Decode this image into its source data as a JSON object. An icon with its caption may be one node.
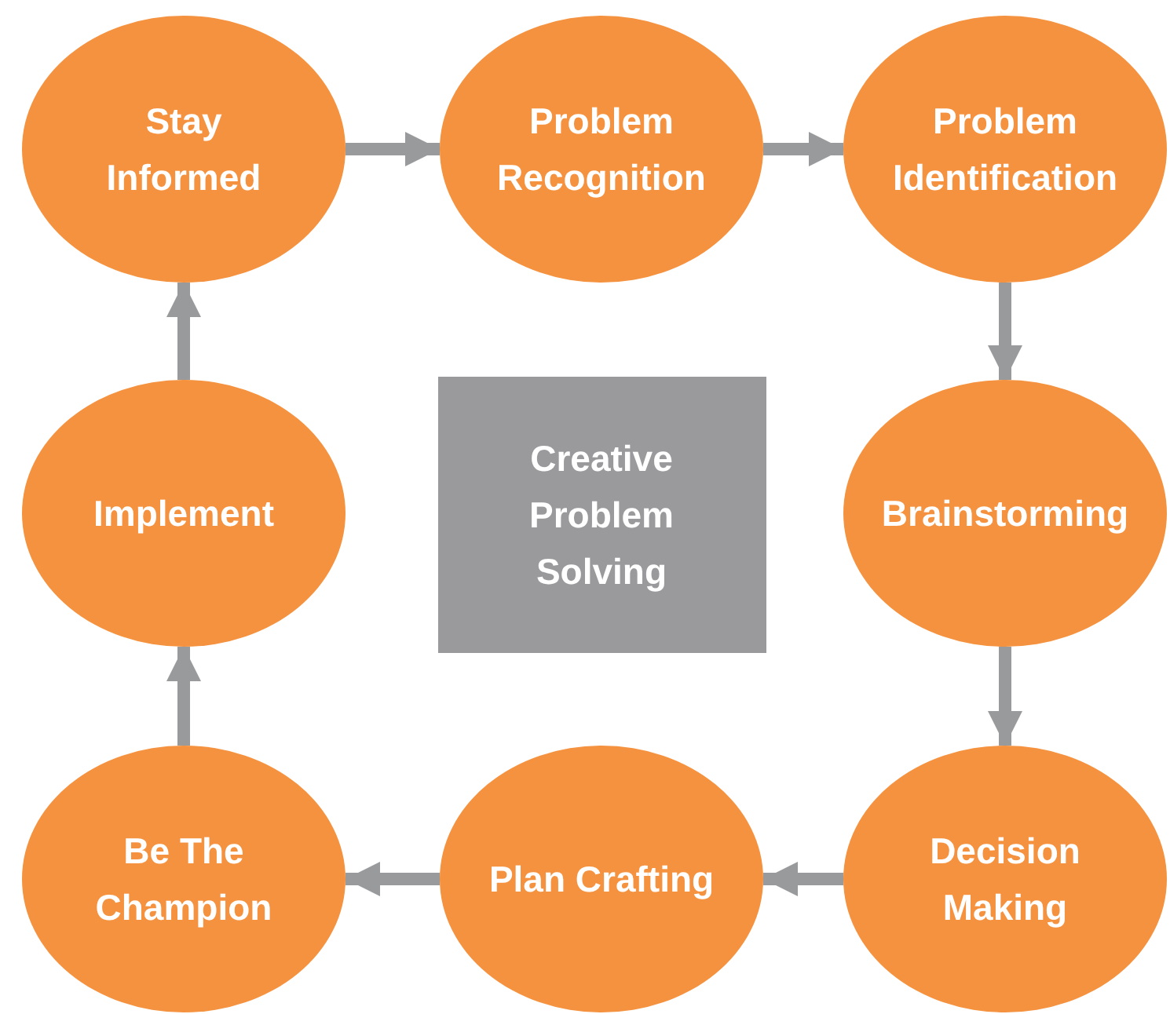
{
  "diagram": {
    "nodes": [
      {
        "text": [
          "Stay Informed"
        ]
      },
      {
        "text": [
          "Problem Recognition"
        ]
      },
      {
        "text": [
          "Problem Identification"
        ]
      },
      {
        "text": [
          "Implement"
        ]
      },
      {
        "text": [
          "Creative Problem Solving"
        ]
      },
      {
        "text": [
          "Brainstorming"
        ]
      },
      {
        "text": [
          "Be The Champion"
        ]
      },
      {
        "text": [
          "Plan Crafting"
        ]
      },
      {
        "text": [
          "Decision Making"
        ]
      }
    ],
    "edges": [
      {
        "from": 0,
        "to": 1,
        "arrow": "to"
      },
      {
        "from": 1,
        "to": 2,
        "arrow": "to"
      },
      {
        "from": 2,
        "to": 5,
        "arrow": "to"
      },
      {
        "from": 5,
        "to": 8,
        "arrow": "to"
      },
      {
        "from": 8,
        "to": 7,
        "arrow": "to"
      },
      {
        "from": 7,
        "to": 6,
        "arrow": "to"
      },
      {
        "from": 6,
        "to": 3,
        "arrow": "to"
      },
      {
        "from": 3,
        "to": 0,
        "arrow": "to"
      }
    ]
  }
}
